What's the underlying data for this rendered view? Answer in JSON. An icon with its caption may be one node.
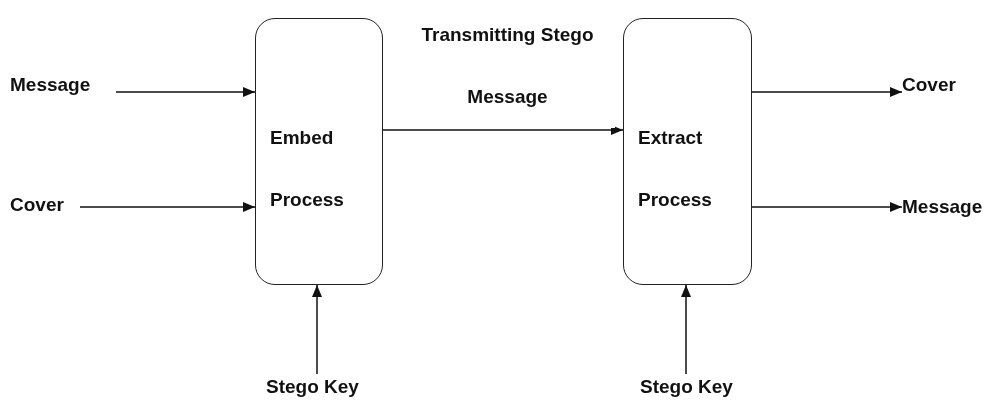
{
  "diagram": {
    "nodes": [
      {
        "text": [
          "Message"
        ]
      },
      {
        "text": [
          "Cover"
        ]
      },
      {
        "text": [
          "Embed Process"
        ]
      },
      {
        "text": [
          "Extract Process"
        ]
      },
      {
        "text": [
          "Cover"
        ]
      },
      {
        "text": [
          "Message"
        ]
      },
      {
        "text": [
          "Stego Key"
        ]
      },
      {
        "text": [
          "Stego Key"
        ]
      }
    ],
    "edges": [
      {
        "from": 0,
        "to": 2,
        "arrow": "to"
      },
      {
        "from": 1,
        "to": 2,
        "arrow": "to"
      },
      {
        "from": 2,
        "to": 3,
        "arrow": "to",
        "label": "Transmitting Stego Message"
      },
      {
        "from": 3,
        "to": 4,
        "arrow": "to"
      },
      {
        "from": 3,
        "to": 5,
        "arrow": "to"
      },
      {
        "from": 6,
        "to": 2,
        "arrow": "to"
      },
      {
        "from": 7,
        "to": 3,
        "arrow": "to"
      }
    ]
  }
}
